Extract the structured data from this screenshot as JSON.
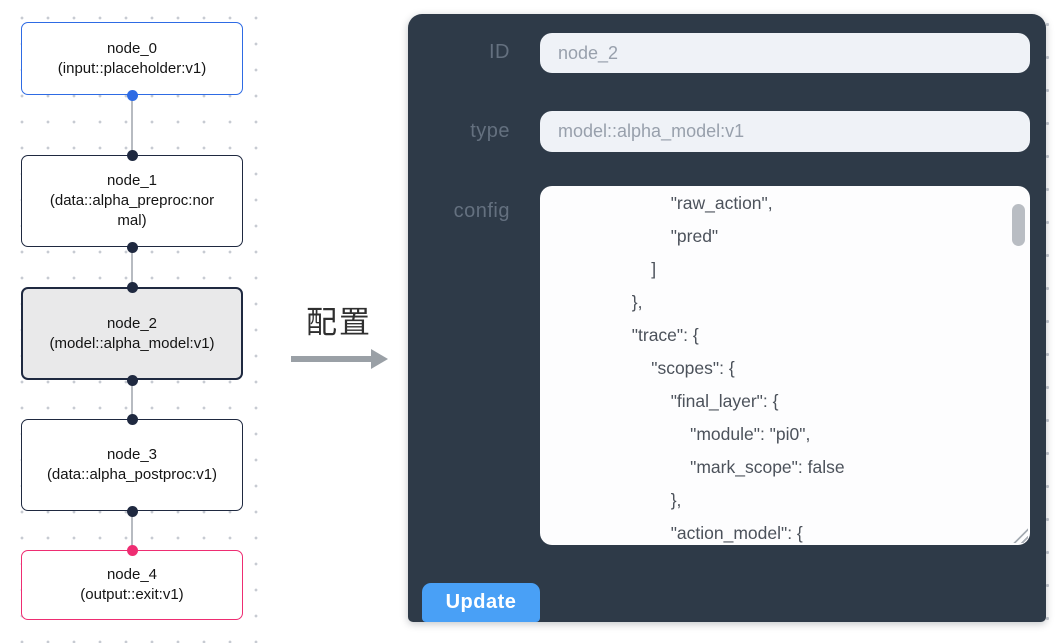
{
  "graph": {
    "nodes": [
      {
        "id": "node_0",
        "title": "node_0",
        "subtitle": "(input::placeholder:v1)",
        "variant": "input"
      },
      {
        "id": "node_1",
        "title": "node_1",
        "subtitle": "(data::alpha_preproc:normal)",
        "variant": "default"
      },
      {
        "id": "node_2",
        "title": "node_2",
        "subtitle": "(model::alpha_model:v1)",
        "variant": "selected"
      },
      {
        "id": "node_3",
        "title": "node_3",
        "subtitle": "(data::alpha_postproc:v1)",
        "variant": "default"
      },
      {
        "id": "node_4",
        "title": "node_4",
        "subtitle": "(output::exit:v1)",
        "variant": "output"
      }
    ]
  },
  "transfer": {
    "label": "配置"
  },
  "inspector": {
    "id_label": "ID",
    "id_value": "node_2",
    "type_label": "type",
    "type_value": "model::alpha_model:v1",
    "config_label": "config",
    "config_text": "                        \"raw_action\",\n                        \"pred\"\n                    ]\n                },\n                \"trace\": {\n                    \"scopes\": {\n                        \"final_layer\": {\n                            \"module\": \"pi0\",\n                            \"mark_scope\": false\n                        },\n                        \"action_model\": {",
    "update_label": "Update"
  },
  "colors": {
    "panel_background": "#2e3a48",
    "input_node_border": "#2e6be4",
    "default_node_border": "#1f2940",
    "selected_node_background": "#e9e9ea",
    "output_node_border": "#ee2d72",
    "edge_gray": "#b7bbc1",
    "update_button_blue": "#49a0f6",
    "field_background": "#eff2f7",
    "config_background": "#fdfdfe"
  }
}
